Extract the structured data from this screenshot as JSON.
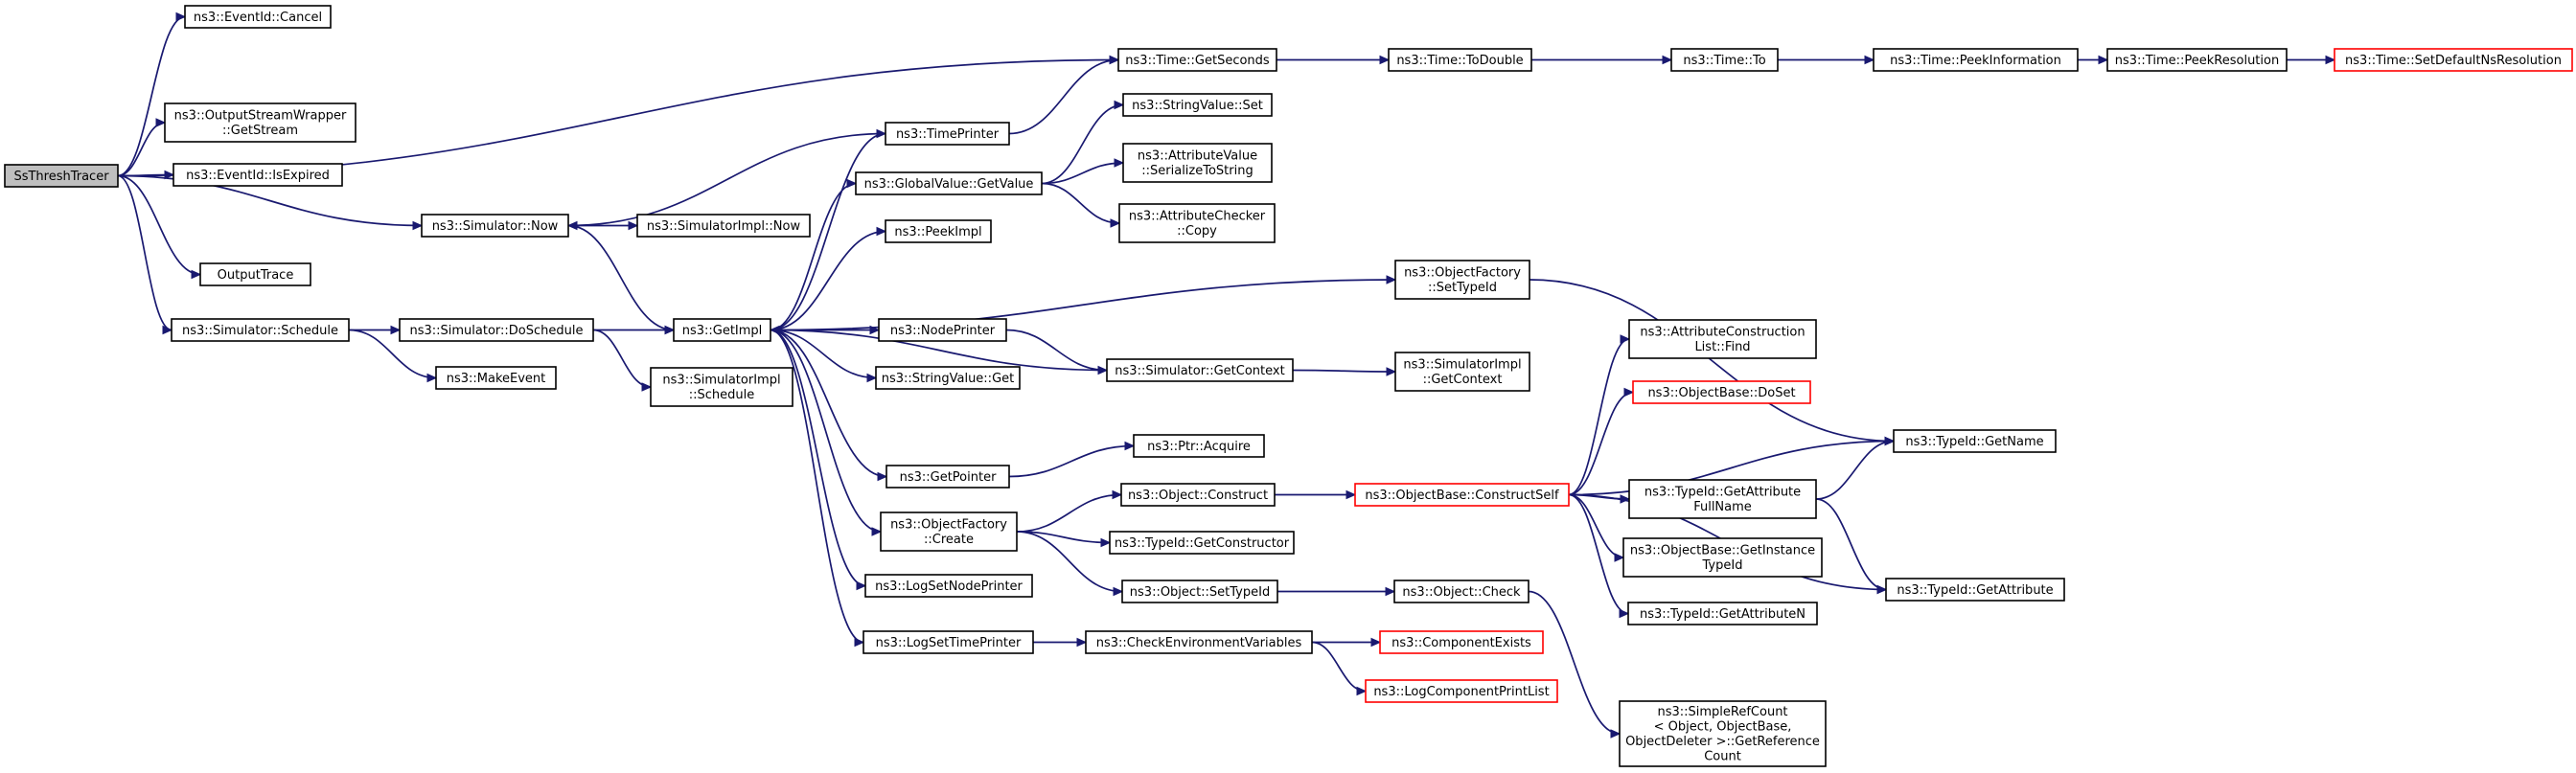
{
  "colors": {
    "edge": "#191970",
    "root_fill": "#bfbfbf",
    "red_border": "#ff0000"
  },
  "nodes": {
    "root": [
      "SsThreshTracer"
    ],
    "evCancel": [
      "ns3::EventId::Cancel"
    ],
    "osw": [
      "ns3::OutputStreamWrapper",
      "::GetStream"
    ],
    "evExpired": [
      "ns3::EventId::IsExpired"
    ],
    "simNow": [
      "ns3::Simulator::Now"
    ],
    "outputTrace": [
      "OutputTrace"
    ],
    "simSchedule": [
      "ns3::Simulator::Schedule"
    ],
    "simDoSchedule": [
      "ns3::Simulator::DoSchedule"
    ],
    "makeEvent": [
      "ns3::MakeEvent"
    ],
    "simImplNow": [
      "ns3::SimulatorImpl::Now"
    ],
    "simImplSchedule": [
      "ns3::SimulatorImpl",
      "::Schedule"
    ],
    "getImpl": [
      "ns3::GetImpl"
    ],
    "timePrinter": [
      "ns3::TimePrinter"
    ],
    "gvGetValue": [
      "ns3::GlobalValue::GetValue"
    ],
    "peekImpl": [
      "ns3::PeekImpl"
    ],
    "nodePrinter": [
      "ns3::NodePrinter"
    ],
    "svGet": [
      "ns3::StringValue::Get"
    ],
    "getPointer": [
      "ns3::GetPointer"
    ],
    "ofCreate": [
      "ns3::ObjectFactory",
      "::Create"
    ],
    "logSetNode": [
      "ns3::LogSetNodePrinter"
    ],
    "logSetTime": [
      "ns3::LogSetTimePrinter"
    ],
    "getSeconds": [
      "ns3::Time::GetSeconds"
    ],
    "svSet": [
      "ns3::StringValue::Set"
    ],
    "avSerialize": [
      "ns3::AttributeValue",
      "::SerializeToString"
    ],
    "acCopy": [
      "ns3::AttributeChecker",
      "::Copy"
    ],
    "simGetContext": [
      "ns3::Simulator::GetContext"
    ],
    "ptrAcquire": [
      "ns3::Ptr::Acquire"
    ],
    "objConstruct": [
      "ns3::Object::Construct"
    ],
    "tidGetConstructor": [
      "ns3::TypeId::GetConstructor"
    ],
    "objSetTypeId": [
      "ns3::Object::SetTypeId"
    ],
    "checkEnv": [
      "ns3::CheckEnvironmentVariables"
    ],
    "toDouble": [
      "ns3::Time::ToDouble"
    ],
    "ofSetTypeId": [
      "ns3::ObjectFactory",
      "::SetTypeId"
    ],
    "simImplGetContext": [
      "ns3::SimulatorImpl",
      "::GetContext"
    ],
    "obConstructSelf": [
      "ns3::ObjectBase::ConstructSelf"
    ],
    "objCheck": [
      "ns3::Object::Check"
    ],
    "compExists": [
      "ns3::ComponentExists"
    ],
    "logCompPrint": [
      "ns3::LogComponentPrintList"
    ],
    "timeTo": [
      "ns3::Time::To"
    ],
    "acListFind": [
      "ns3::AttributeConstruction",
      "List::Find"
    ],
    "obDoSet": [
      "ns3::ObjectBase::DoSet"
    ],
    "tidGetAttrFullName": [
      "ns3::TypeId::GetAttribute",
      "FullName"
    ],
    "obGetInstanceTypeId": [
      "ns3::ObjectBase::GetInstance",
      "TypeId"
    ],
    "tidGetAttributeN": [
      "ns3::TypeId::GetAttributeN"
    ],
    "simpleRefCount": [
      "ns3::SimpleRefCount",
      "< Object, ObjectBase,",
      " ObjectDeleter >::GetReference",
      "Count"
    ],
    "peekInfo": [
      "ns3::Time::PeekInformation"
    ],
    "tidGetName": [
      "ns3::TypeId::GetName"
    ],
    "tidGetAttribute": [
      "ns3::TypeId::GetAttribute"
    ],
    "peekRes": [
      "ns3::Time::PeekResolution"
    ],
    "setDefaultNs": [
      "ns3::Time::SetDefaultNsResolution"
    ]
  }
}
